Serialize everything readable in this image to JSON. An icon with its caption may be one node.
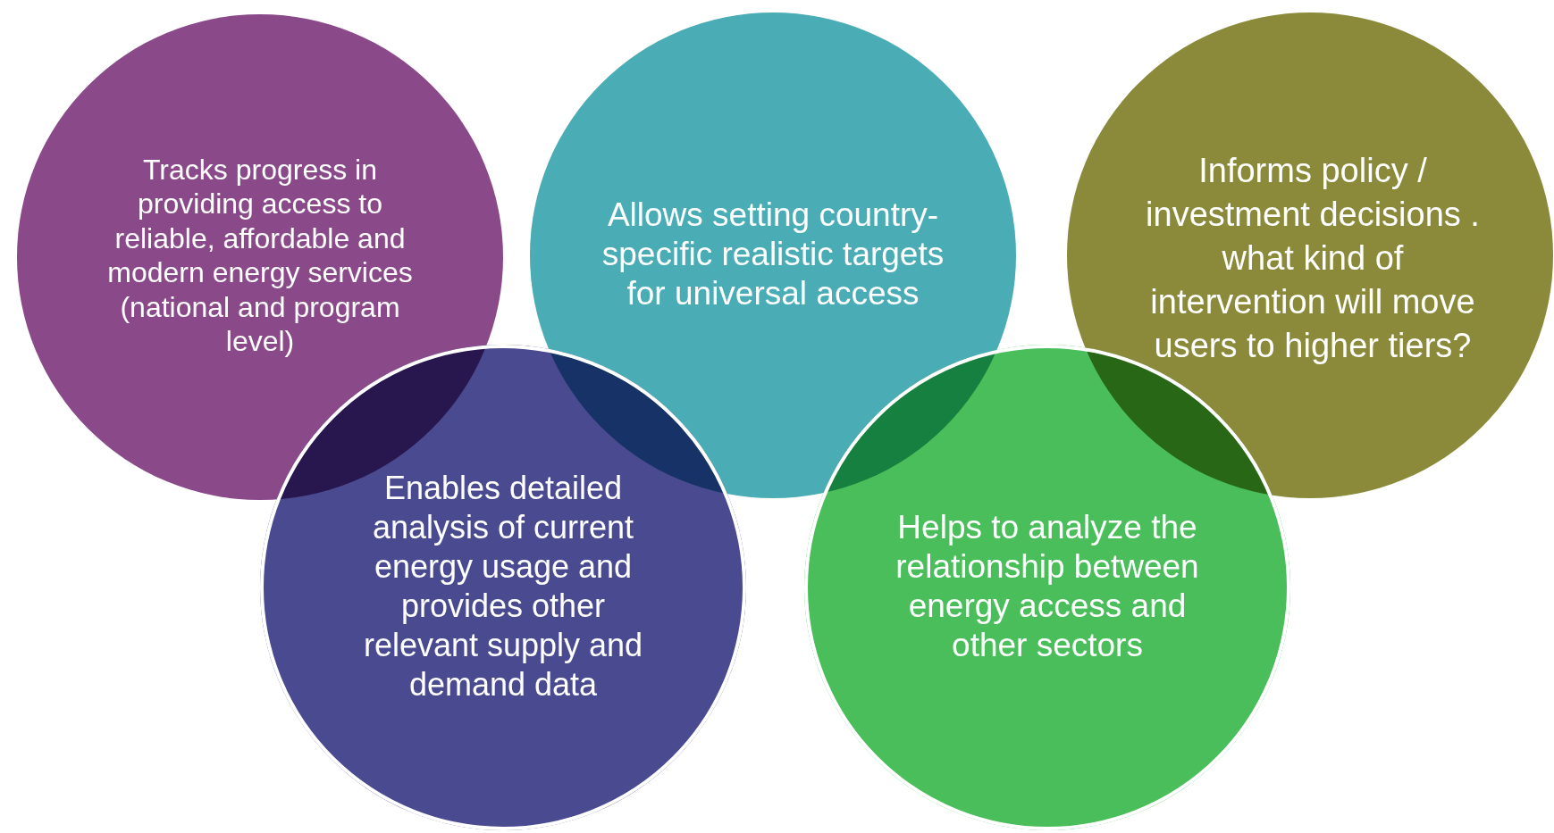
{
  "diagram": {
    "nodes": [
      {
        "text": [
          "Tracks progress in providing access to reliable, affordable and modern energy services (national and program level)"
        ]
      },
      {
        "text": [
          "Allows setting country-specific realistic targets for universal access"
        ]
      },
      {
        "text": [
          "Informs policy / investment decisions . what kind of intervention will move users to higher tiers?"
        ]
      },
      {
        "text": [
          "Enables detailed analysis of current energy usage and provides other relevant supply and demand data"
        ]
      },
      {
        "text": [
          "Helps to analyze the relationship between energy access and other sectors"
        ]
      }
    ]
  }
}
